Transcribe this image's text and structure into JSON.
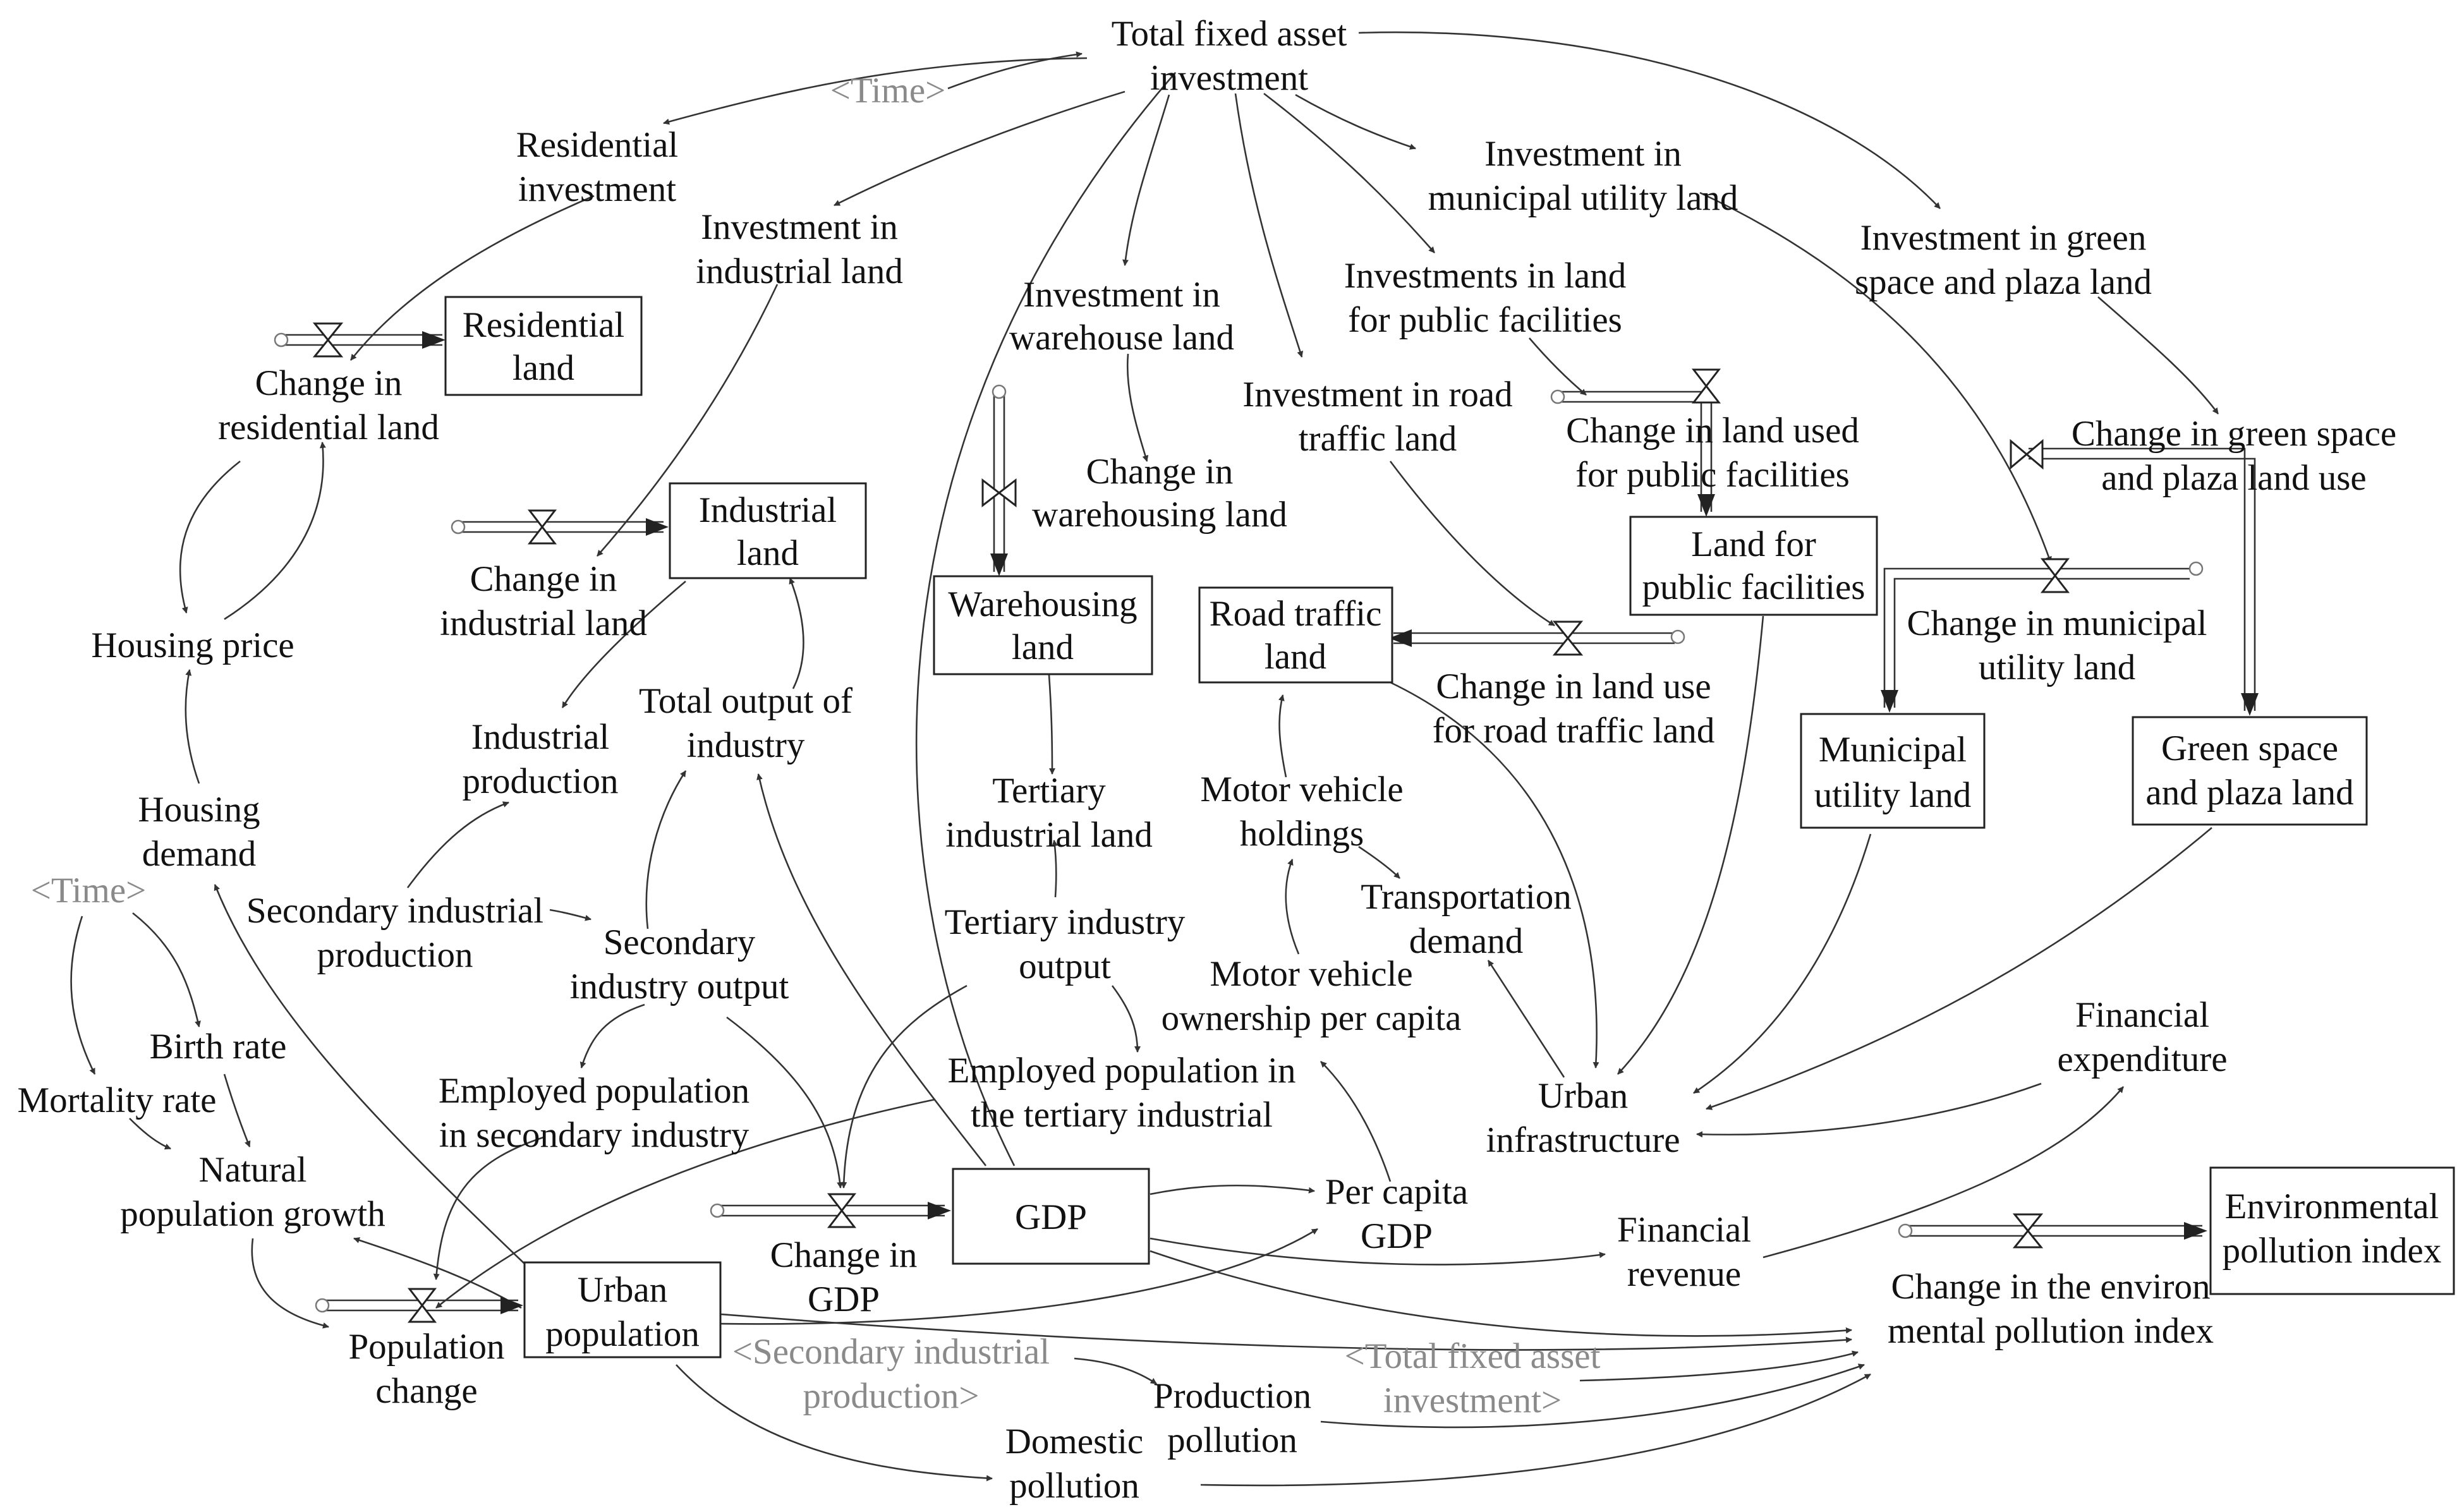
{
  "stocks": {
    "residential_land": [
      "Residential",
      "land"
    ],
    "industrial_land": [
      "Industrial",
      "land"
    ],
    "warehousing_land": [
      "Warehousing",
      "land"
    ],
    "road_traffic_land": [
      "Road traffic",
      "land"
    ],
    "public_facilities_land": [
      "Land for",
      "public facilities"
    ],
    "municipal_utility_land": [
      "Municipal",
      "utility land"
    ],
    "green_plaza_land": [
      "Green space",
      "and plaza land"
    ],
    "gdp": [
      "GDP"
    ],
    "urban_population": [
      "Urban",
      "population"
    ],
    "environmental_pollution_index": [
      "Environmental",
      "pollution index"
    ]
  },
  "flows": {
    "change_residential_land": [
      "Change in",
      "residential land"
    ],
    "change_industrial_land": [
      "Change in",
      "industrial land"
    ],
    "change_warehousing_land": [
      "Change in",
      "warehousing land"
    ],
    "change_road_traffic_land": [
      "Change in land use",
      "for road traffic land"
    ],
    "change_public_facilities_land": [
      "Change in land used",
      "for public facilities"
    ],
    "change_municipal_utility_land": [
      "Change in municipal",
      "utility land"
    ],
    "change_green_plaza_land": [
      "Change in green space",
      "and plaza land use"
    ],
    "change_gdp": [
      "Change in",
      "GDP"
    ],
    "population_change": [
      "Population",
      "change"
    ],
    "change_environmental_pollution_index": [
      "Change in the environ",
      "mental pollution index"
    ]
  },
  "variables": {
    "total_fixed_asset_investment": [
      "Total fixed asset",
      "investment"
    ],
    "residential_investment": [
      "Residential",
      "investment"
    ],
    "investment_industrial_land": [
      "Investment in",
      "industrial land"
    ],
    "investment_warehouse_land": [
      "Investment in",
      "warehouse land"
    ],
    "investment_road_traffic_land": [
      "Investment in road",
      "traffic land"
    ],
    "investments_public_facilities": [
      "Investments in land",
      "for public facilities"
    ],
    "investment_municipal_utility_land": [
      "Investment in",
      "municipal utility land"
    ],
    "investment_green_plaza_land": [
      "Investment in green",
      "space and plaza land"
    ],
    "housing_price": [
      "Housing price"
    ],
    "housing_demand": [
      "Housing",
      "demand"
    ],
    "industrial_production": [
      "Industrial",
      "production"
    ],
    "total_output_of_industry": [
      "Total output of",
      "industry"
    ],
    "secondary_industrial_production": [
      "Secondary industrial",
      "production"
    ],
    "secondary_industry_output": [
      "Secondary",
      "industry output"
    ],
    "tertiary_industrial_land": [
      "Tertiary",
      "industrial land"
    ],
    "tertiary_industry_output": [
      "Tertiary industry",
      "output"
    ],
    "motor_vehicle_holdings": [
      "Motor vehicle",
      "holdings"
    ],
    "transportation_demand": [
      "Transportation",
      "demand"
    ],
    "motor_vehicle_ownership_per_capita": [
      "Motor vehicle",
      "ownership per capita"
    ],
    "employed_population_secondary": [
      "Employed population",
      "in secondary industry"
    ],
    "employed_population_tertiary": [
      "Employed population in",
      "the tertiary industrial"
    ],
    "birth_rate": [
      "Birth rate"
    ],
    "mortality_rate": [
      "Mortality rate"
    ],
    "natural_population_growth": [
      "Natural",
      "population growth"
    ],
    "urban_infrastructure": [
      "Urban",
      "infrastructure"
    ],
    "financial_expenditure": [
      "Financial",
      "expenditure"
    ],
    "financial_revenue": [
      "Financial",
      "revenue"
    ],
    "per_capita_gdp": [
      "Per capita",
      "GDP"
    ],
    "production_pollution": [
      "Production",
      "pollution"
    ],
    "domestic_pollution": [
      "Domestic",
      "pollution"
    ]
  },
  "shadow_variables": {
    "time_top": [
      "<Time>"
    ],
    "time_left": [
      "<Time>"
    ],
    "secondary_industrial_production_shadow": [
      "<Secondary industrial",
      "production>"
    ],
    "total_fixed_asset_investment_shadow": [
      "<Total fixed asset",
      "investment>"
    ]
  },
  "colors": {
    "line": "#333333",
    "text": "#111111",
    "shadow_text": "#8a8a8a",
    "box": "#222222"
  }
}
